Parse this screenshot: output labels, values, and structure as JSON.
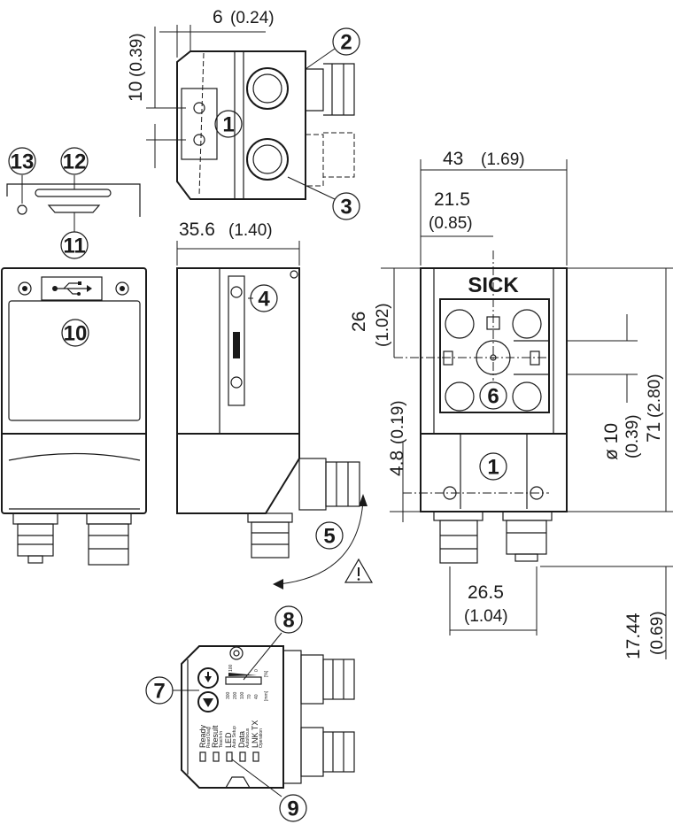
{
  "dimensions": {
    "d6": {
      "value": "6",
      "inch": "(0.24)"
    },
    "d10": {
      "value": "10",
      "inch": "(0.39)"
    },
    "d35_6": {
      "value": "35.6",
      "inch": "(1.40)"
    },
    "d43": {
      "value": "43",
      "inch": "(1.69)"
    },
    "d21_5": {
      "value": "21.5",
      "inch": "(0.85)"
    },
    "d26": {
      "value": "26",
      "inch": "(1.02)"
    },
    "d4_8": {
      "value": "4.8",
      "inch": "(0.19)"
    },
    "dia10": {
      "value": "ø 10",
      "inch": "(0.39)"
    },
    "d71": {
      "value": "71",
      "inch": "(2.80)"
    },
    "d26_5": {
      "value": "26.5",
      "inch": "(1.04)"
    },
    "d17_44": {
      "value": "17.44",
      "inch": "(0.69)"
    }
  },
  "callouts": [
    "1",
    "2",
    "3",
    "4",
    "5",
    "6",
    "7",
    "8",
    "9",
    "10",
    "11",
    "12",
    "13"
  ],
  "logo": "SICK",
  "warning_icon": "warning-triangle-icon",
  "usb_icon": "usb-icon",
  "led_panel": {
    "leds": [
      {
        "label": "Ready",
        "sub": "Read Diag"
      },
      {
        "label": "Result",
        "sub": "Teach-In"
      },
      {
        "label": "LED",
        "sub": "Auto Setup"
      },
      {
        "label": "Data",
        "sub": "Autofocus"
      },
      {
        "label": "LNK TX",
        "sub": "Operation"
      }
    ],
    "scale_mm": [
      "300",
      "200",
      "100",
      "70",
      "40"
    ],
    "scale_mm_unit": "[mm]",
    "scale_pct": [
      "100",
      "0"
    ],
    "scale_pct_unit": "[%]"
  }
}
